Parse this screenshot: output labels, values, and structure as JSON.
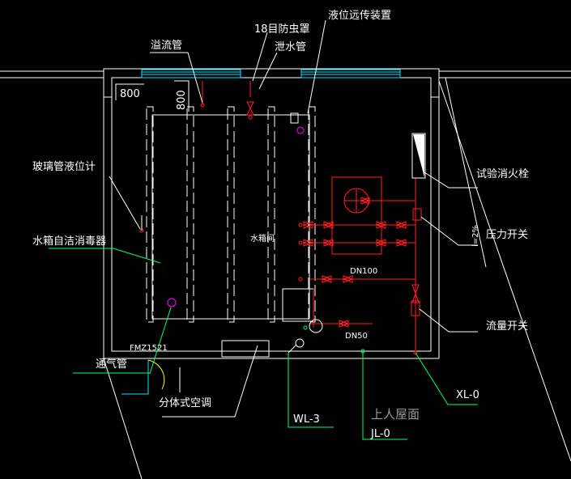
{
  "labels": {
    "overflow_pipe": "溢流管",
    "insect_screen": "18目防虫罩",
    "drain_pipe": "泄水管",
    "level_transmitter": "液位远传装置",
    "dim_h": "800",
    "dim_v": "800",
    "glass_level_gauge": "玻璃管液位计",
    "disinfector": "水箱自洁消毒器",
    "tank": "水箱间",
    "test_hydrant": "试验消火栓",
    "pressure_switch": "压力开关",
    "slope_note": "i=2%",
    "dn100": "DN100",
    "dn50": "DN50",
    "flow_switch": "流量开关",
    "fmz": "FMZ1521",
    "vent_pipe": "通气管",
    "split_ac": "分体式空调",
    "xl0": "XL-0",
    "wl3": "WL-3",
    "roof_access": "上人屋面",
    "jl0": "JL-0"
  },
  "colors": {
    "wall": "#ffffff",
    "window": "#00e5ff",
    "pipe_red": "#ff2020",
    "leader_green": "#00ff66",
    "outline_yellow": "#ffff00",
    "magenta": "#ff00ff",
    "label_text": "#ffffff",
    "roof_text": "#9a9a9a"
  }
}
